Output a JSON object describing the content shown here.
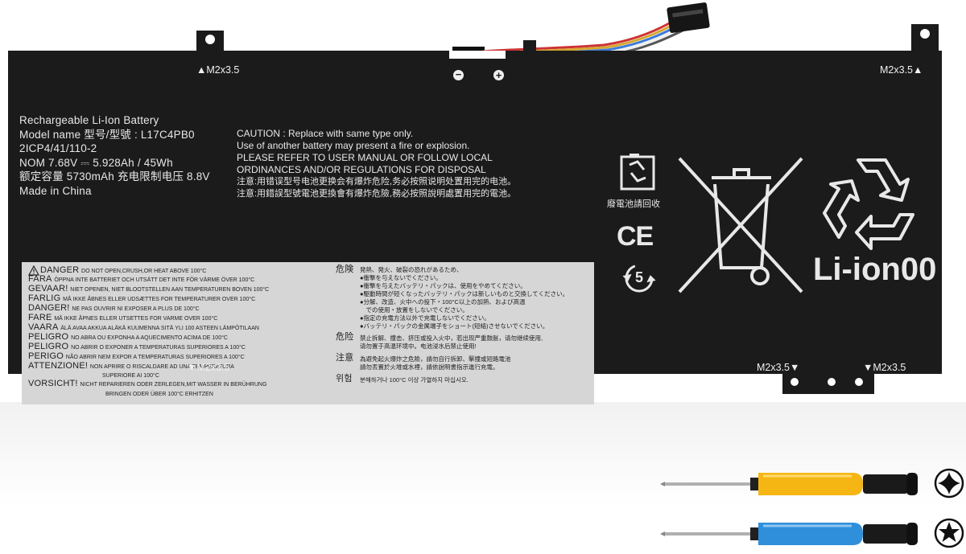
{
  "mount_labels": {
    "top_left": "▲M2x3.5",
    "top_right": "M2x3.5▲",
    "bottom_left": "▼M2x3.5",
    "bottom_mid": "M2x3.5▼",
    "bottom_right": "▼M2x3.5"
  },
  "polarity": {
    "minus": "−",
    "plus": "+"
  },
  "spec_lines": [
    "Rechargeable Li-Ion Battery",
    "Model name 型号/型號 : L17C4PB0",
    "2ICP4/41/110-2",
    "NOM 7.68V ⎓ 5.928Ah / 45Wh",
    "额定容量 5730mAh  充电限制电压 8.8V",
    "Made in China"
  ],
  "caution_lines": [
    "CAUTION : Replace with same type only.",
    "Use of another battery may present a fire or explosion.",
    "PLEASE REFER TO USER MANUAL OR FOLLOW LOCAL",
    "ORDINANCES AND/OR REGULATIONS FOR DISPOSAL",
    "注意:用错误型号电池更换会有爆炸危险,务必按照说明处置用完的电池。",
    "注意:用錯誤型號電池更換會有爆炸危險,務必按照說明處置用完的電池。"
  ],
  "warnings_left": [
    [
      "DANGER",
      "DO NOT OPEN,CRUSH,OR HEAT ABOVE 100°C"
    ],
    [
      "FARA",
      "ÖPPNA INTE BATTERIET OCH UTSÄTT DET INTE FÖR VÄRME ÖVER 100°C"
    ],
    [
      "GEVAAR!",
      "NIET OPENEN, NIET BLOOTSTELLEN AAN TEMPERATUREN BOVEN 100°C"
    ],
    [
      "FARLIG",
      "MÅ IKKE ÅBNES ELLER UDSÆTTES FOR TEMPERATURER OVER 100°C"
    ],
    [
      "DANGER!",
      "NE PAS OUVRIR NI EXPOSER A PLUS DE 100°C"
    ],
    [
      "FARE",
      "MÅ IKKE ÅPNES ELLER UTSETTES FOR VARME OVER 100°C"
    ],
    [
      "VAARA",
      "ÄLÄ AVAA AKKUA ALÄKÄ KUUMENNA SITÄ YLI 100 ASTEEN LÄMPÖTILAAN"
    ],
    [
      "PELIGRO",
      "NO ABRA OU EXPONHA A AQUECIMENTO ACIMA DE 100°C"
    ],
    [
      "PELIGRO",
      "NO ABRIR O EXPONER A TEMPERATURAS SUPERIORES A 100°C"
    ],
    [
      "PERIGO",
      "NÃO ABRIR NEM EXPOR A TEMPERATURAS SUPERIORES A 100°C"
    ],
    [
      "ATTENZIONE!",
      "NON APRIRE O RISCALDARE  AD UNA TEMPERATURA"
    ],
    [
      "",
      "SUPERIORE AI 100°C"
    ],
    [
      "VORSICHT!",
      "NICHT REPARIEREN ODER ZERLEGEN,MIT WASSER IN BERÜHRUNG"
    ],
    [
      "",
      "BRINGEN ODER ÜBER 100°C ERHITZEN"
    ]
  ],
  "warnings_jp": {
    "head": "危険",
    "lines": [
      "発熱、発火、破裂の恐れがあるため、",
      "●衝撃を与えないでください。",
      "●衝撃を与えたバッテリ・パックは、使用をやめてください。",
      "●駆動時間が短くなったバッテリ・パックは新しいものと交換してください。",
      "●分解、改造、火中への投下・100°C以上の加熱、および高温",
      "　での使用・放置をしないでください。",
      "●指定の充電方法以外で充電しないでください。",
      "●バッテリ・パックの金属端子をショート(短絡)させないでください。"
    ]
  },
  "warnings_cn": {
    "head": "危险",
    "lines": [
      "禁止拆解、撞击、挤压或投入火中，若出现严重鼓胀，请勿继续使用,",
      "请勿置于高温环境中。电池浸水后禁止使用!"
    ]
  },
  "warnings_tw": {
    "head": "注意",
    "lines": [
      "為避免起火爆炸之危險，請勿自行拆卸、擊撞或短路電池",
      "請勿丟置於火堆或水裡，請依說明書指示進行充電。"
    ]
  },
  "warnings_kr": {
    "head": "위험",
    "lines": [
      "분해하거나 100°C 이상 가열하지 마십시오."
    ]
  },
  "recycle_text": "廢電池請回收",
  "ce_mark": "CE",
  "five_mark": "5",
  "chem_label": "Li-ion00",
  "icons": [
    "battery-recycle-icon",
    "weee-crossed-bin-icon",
    "ce-mark-icon",
    "epup-5-icon",
    "recycle-arrows-icon",
    "torx-star-icon",
    "pentalobe-star-icon"
  ],
  "colors": {
    "battery": "#1b1b1c",
    "label": "#d6d6d6",
    "handle_yellow": "#f5b614",
    "handle_blue": "#2f8fdb"
  }
}
